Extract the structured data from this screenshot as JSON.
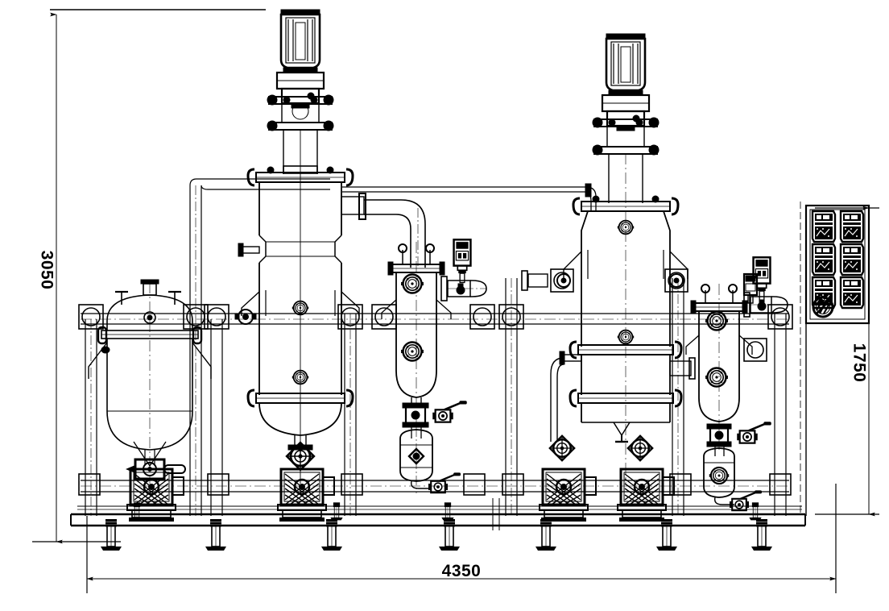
{
  "drawing": {
    "type": "engineering-elevation-drawing",
    "description": "Front elevation of a two-train skid-mounted chemical process plant (reactor / column / condenser package) with dimensions in millimetres",
    "units": "mm",
    "line_color": "#000000",
    "background_color": "#ffffff"
  },
  "dimensions": {
    "overall_height": "3050",
    "frame_height": "1750",
    "overall_length": "4350",
    "height_label_position": "left-vertical",
    "frame_height_label_position": "right-vertical",
    "length_label_position": "bottom-horizontal"
  },
  "control_panel": {
    "name": "instrument-panel",
    "instrument_rows": 3,
    "instrument_cols": 2,
    "instruments": [
      {
        "id": "inst-1",
        "row": 1,
        "col": 1
      },
      {
        "id": "inst-2",
        "row": 1,
        "col": 2
      },
      {
        "id": "inst-3",
        "row": 2,
        "col": 1
      },
      {
        "id": "inst-4",
        "row": 2,
        "col": 2
      },
      {
        "id": "inst-5",
        "row": 3,
        "col": 1
      },
      {
        "id": "inst-6",
        "row": 3,
        "col": 2
      }
    ],
    "selector_knob": "rotary-selector-switch"
  },
  "equipment": [
    {
      "id": "tank-1",
      "label": "Left pressure vessel / storage tank",
      "train": "left"
    },
    {
      "id": "reactor-1",
      "label": "Reactor column 1 with top-mounted agitator motor",
      "train": "left"
    },
    {
      "id": "motor-1",
      "label": "Vertical agitator gearmotor 1",
      "train": "left"
    },
    {
      "id": "condenser-1",
      "label": "Condenser / separator vessel 1",
      "train": "left"
    },
    {
      "id": "receiver-1",
      "label": "Horizontal receiver drum 1",
      "train": "left"
    },
    {
      "id": "filter-1",
      "label": "Inline filter / strainer pot 1",
      "train": "left"
    },
    {
      "id": "pump-1",
      "label": "Centrifugal pump 1",
      "train": "left"
    },
    {
      "id": "pump-2",
      "label": "Centrifugal pump 2",
      "train": "left"
    },
    {
      "id": "reactor-2",
      "label": "Reactor column 2 with top-mounted agitator motor",
      "train": "right"
    },
    {
      "id": "motor-2",
      "label": "Vertical agitator gearmotor 2",
      "train": "right"
    },
    {
      "id": "condenser-2",
      "label": "Condenser / separator vessel 2",
      "train": "right"
    },
    {
      "id": "receiver-2",
      "label": "Horizontal receiver drum 2",
      "train": "right"
    },
    {
      "id": "filter-2",
      "label": "Inline filter / strainer pot 2",
      "train": "right"
    },
    {
      "id": "pump-3",
      "label": "Centrifugal pump 3",
      "train": "right"
    },
    {
      "id": "pump-4",
      "label": "Centrifugal pump 4",
      "train": "right"
    },
    {
      "id": "base-frame",
      "label": "Skid base frame with levelling feet",
      "train": "both"
    }
  ],
  "base_frame": {
    "levelling_feet_count": 8,
    "upper_feet_count": 9
  }
}
